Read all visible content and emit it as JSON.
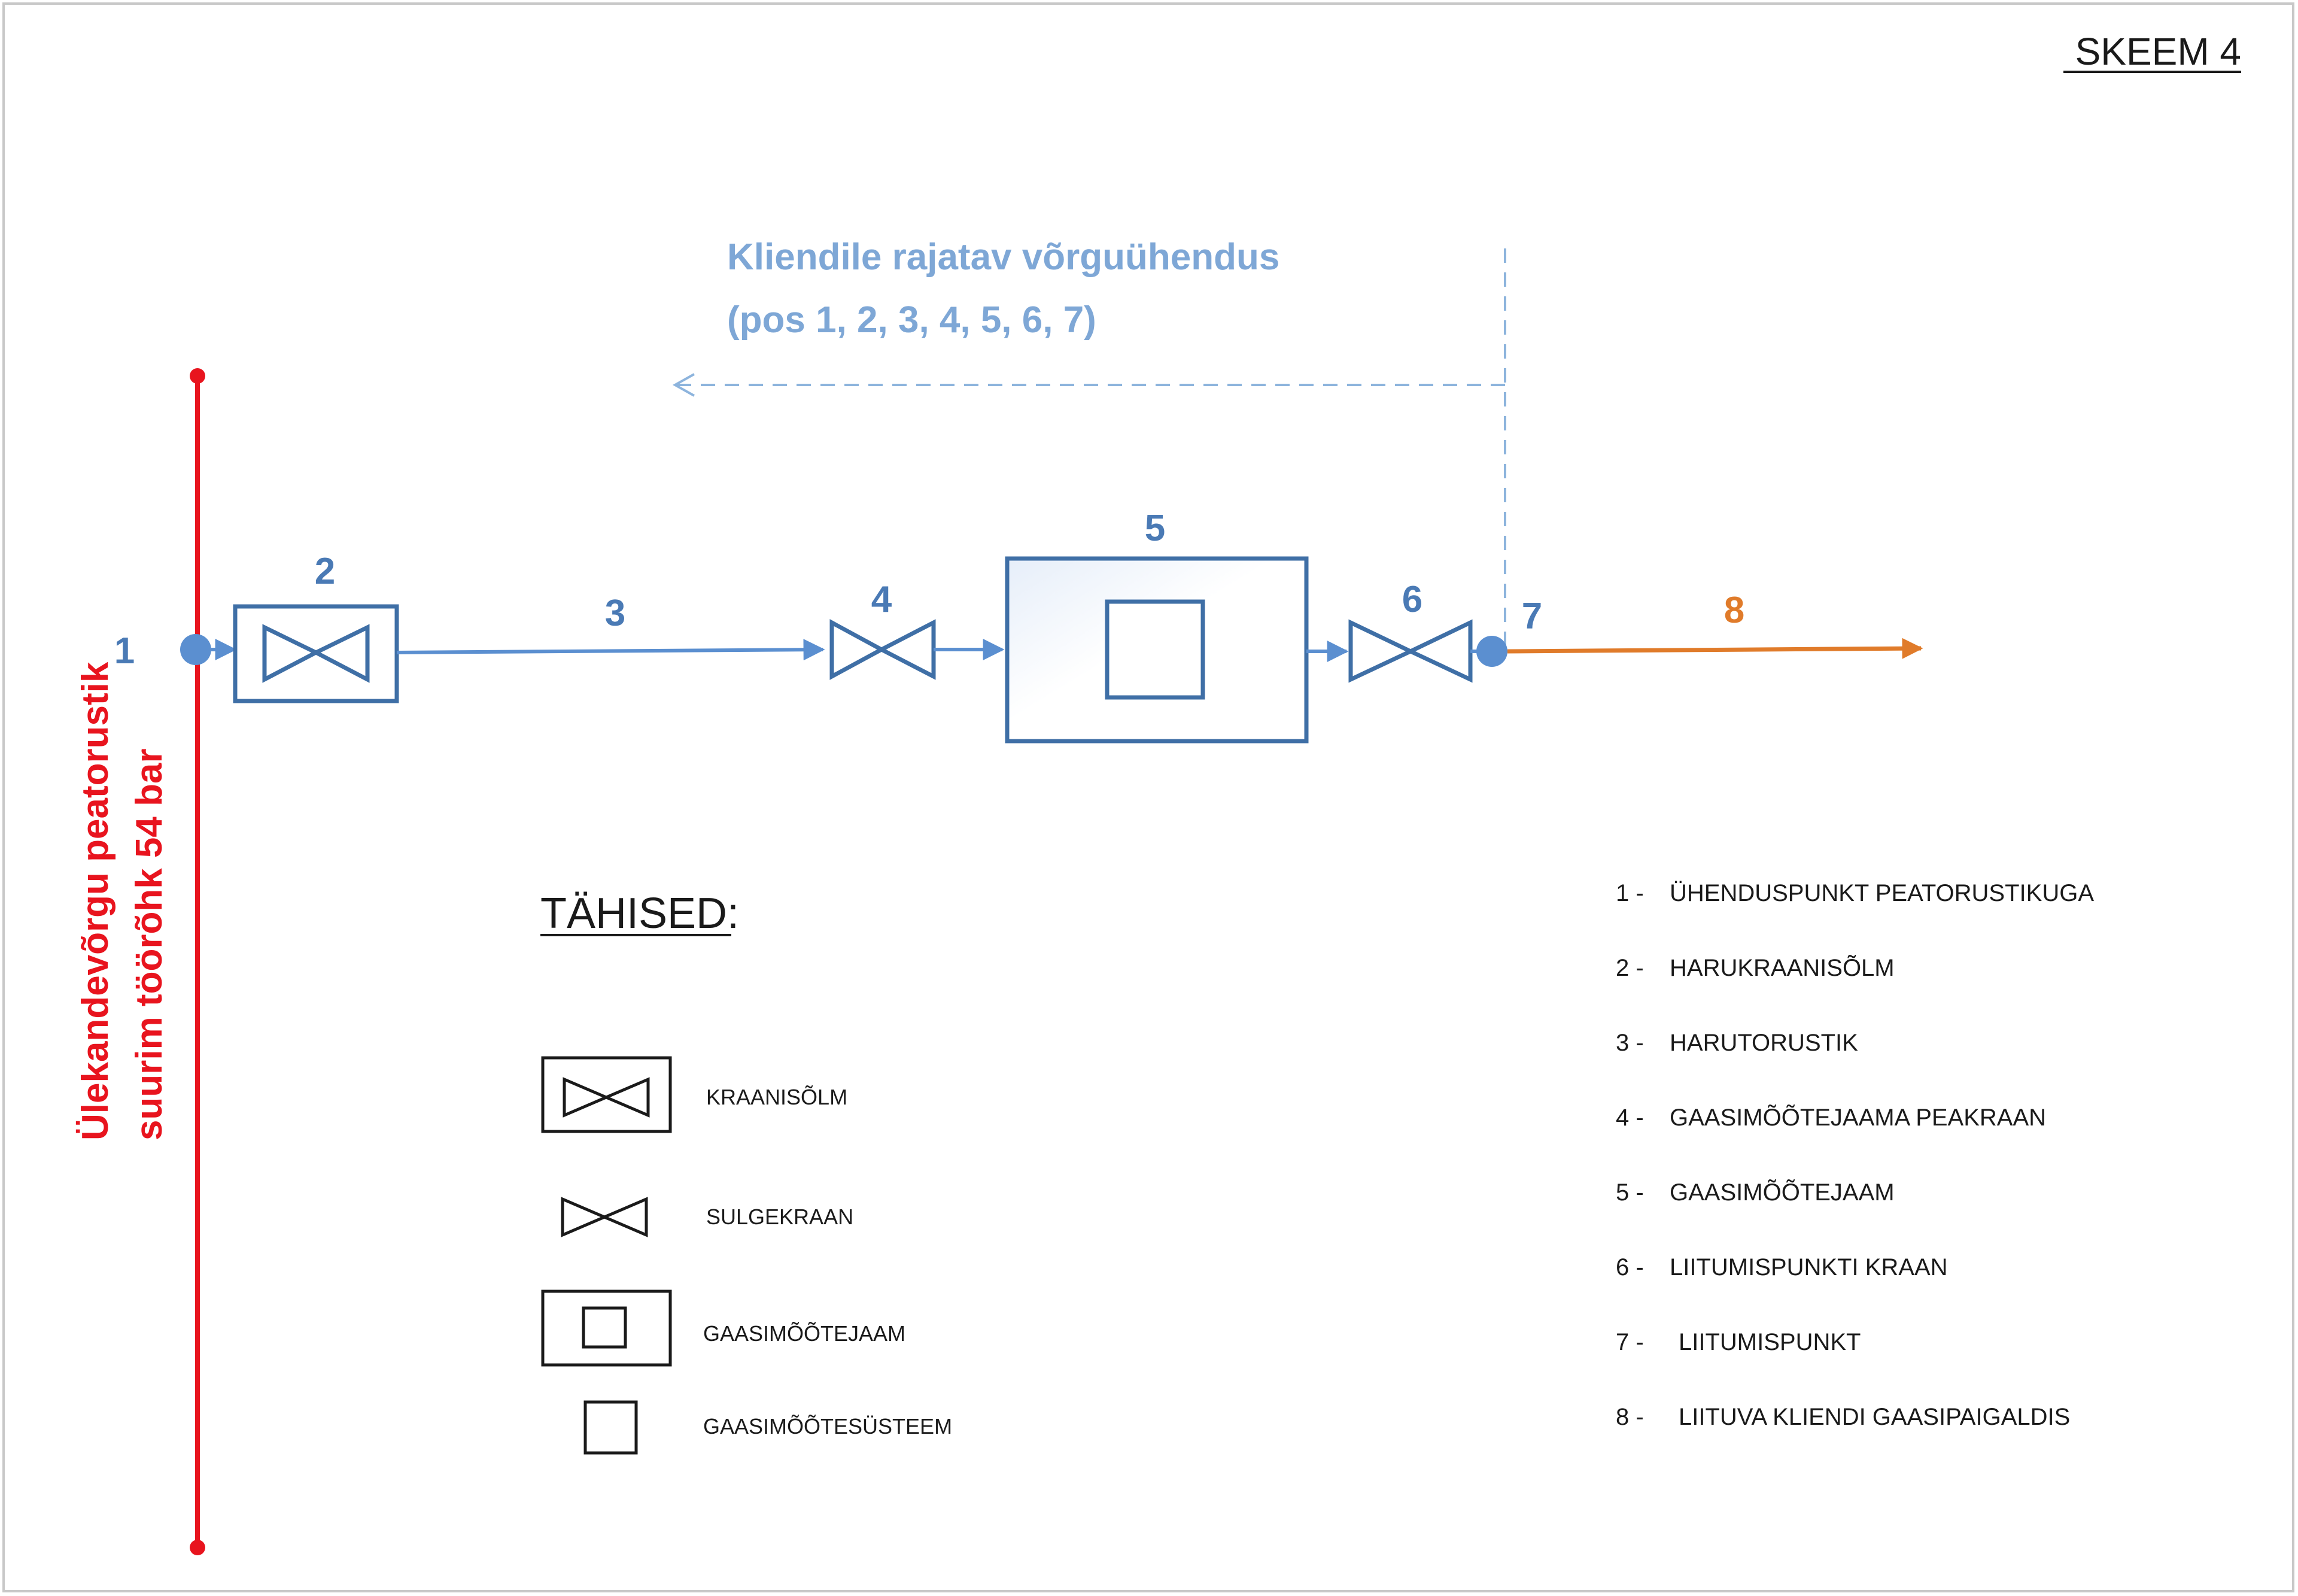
{
  "title": "SKEEM 4",
  "main_pipeline_label": [
    "Ülekandevõrgu peatorustik",
    "suurim töörõhk 54 bar"
  ],
  "connection_label": [
    "Kliendile rajatav võrguühendus",
    "(pos 1, 2, 3, 4, 5, 6, 7)"
  ],
  "positions": [
    "1",
    "2",
    "3",
    "4",
    "5",
    "6",
    "7",
    "8"
  ],
  "legend": {
    "title": "TÄHISED:",
    "items": [
      {
        "symbol": "valve-node-icon",
        "label": "KRAANISÕLM"
      },
      {
        "symbol": "shutoff-valve-icon",
        "label": "SULGEKRAAN"
      },
      {
        "symbol": "metering-station-icon",
        "label": "GAASIMÕÕTEJAAM"
      },
      {
        "symbol": "metering-system-icon",
        "label": "GAASIMÕÕTESÜSTEEM"
      }
    ]
  },
  "list": [
    {
      "num": "1 -",
      "label": "ÜHENDUSPUNKT PEATORUSTIKUGA"
    },
    {
      "num": "2 -",
      "label": "HARUKRAANISÕLM"
    },
    {
      "num": "3 -",
      "label": "HARUTORUSTIK"
    },
    {
      "num": "4 -",
      "label": "GAASIMÕÕTEJAAMA PEAKRAAN"
    },
    {
      "num": "5 -",
      "label": "GAASIMÕÕTEJAAM"
    },
    {
      "num": "6 -",
      "label": "LIITUMISPUNKTI KRAAN"
    },
    {
      "num": "7 -",
      "label": "LIITUMISPUNKT"
    },
    {
      "num": "8 -",
      "label": "LIITUVA KLIENDI GAASIPAIGALDIS"
    }
  ],
  "colors": {
    "main_pipeline": "#e8141e",
    "blue_line": "#5b8fd0",
    "blue_dark": "#3f6fa6",
    "orange": "#e07b2a",
    "dashed": "#8db4dd"
  }
}
